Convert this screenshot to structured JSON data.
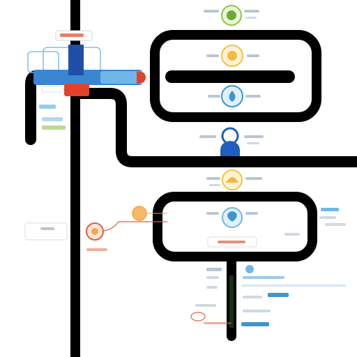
{
  "title": "",
  "nodes": [
    {
      "id": "node-1",
      "icon": "leaf-icon",
      "color": "#8cc63f"
    },
    {
      "id": "node-2",
      "icon": "sun-icon",
      "color": "#f2c14e"
    },
    {
      "id": "node-3",
      "icon": "droplet-icon",
      "color": "#3a97d4"
    },
    {
      "id": "node-4",
      "icon": "person-icon",
      "color": "#1f5fbf"
    },
    {
      "id": "node-5",
      "icon": "shell-icon",
      "color": "#f2c14e"
    },
    {
      "id": "node-6",
      "icon": "cloud-icon",
      "color": "#3a97d4"
    },
    {
      "id": "node-7",
      "icon": "flower-icon",
      "color": "#e0603a"
    },
    {
      "id": "node-8",
      "icon": "orange-dot-icon",
      "color": "#f5a54a"
    }
  ],
  "colors": {
    "track": "#000000",
    "accent_blue": "#1f5fbf",
    "accent_light_blue": "#6fb7e9",
    "accent_red": "#e0432a",
    "accent_orange": "#f5a54a",
    "accent_green": "#3a7a2a"
  }
}
